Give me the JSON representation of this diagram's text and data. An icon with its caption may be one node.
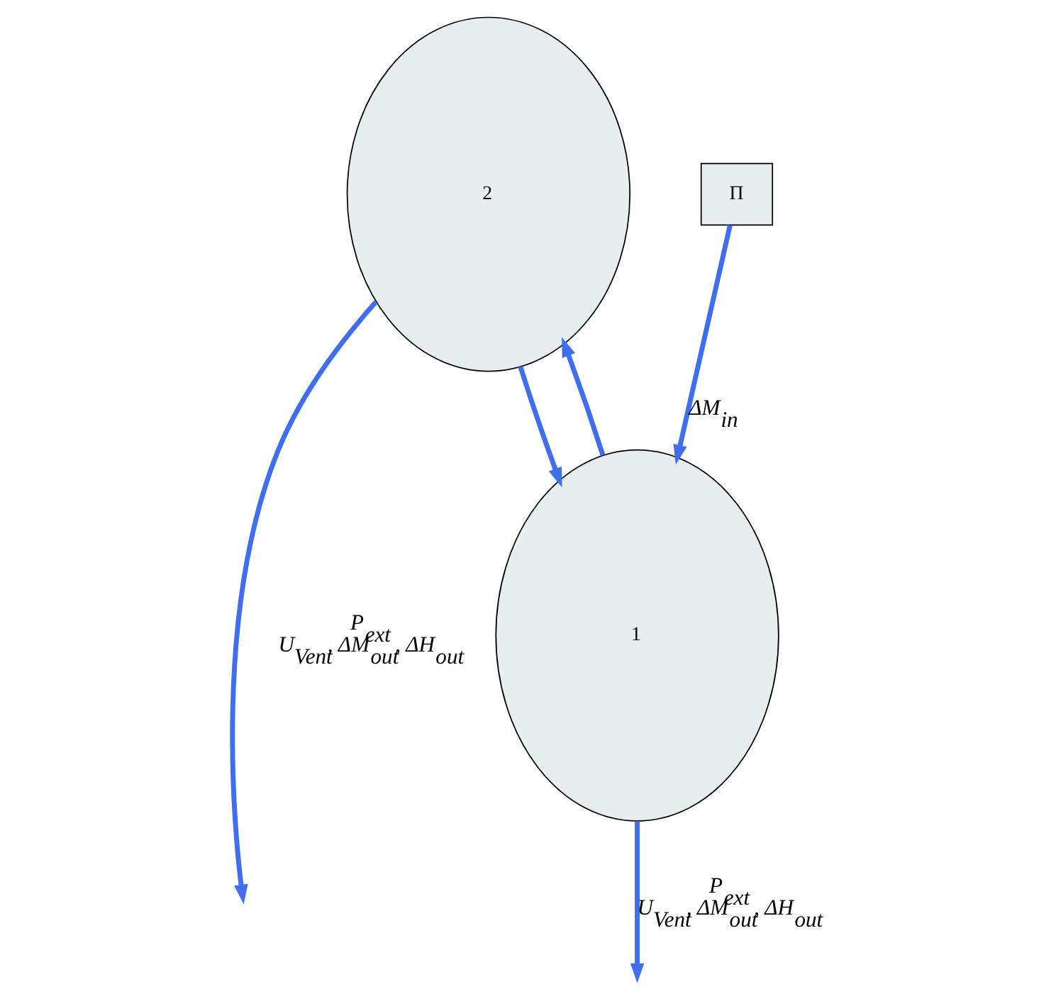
{
  "diagram": {
    "nodes": [
      {
        "text": [
          "2"
        ]
      },
      {
        "text": [
          "1"
        ]
      },
      {
        "text": [
          "Π"
        ]
      }
    ],
    "edges": [
      {
        "from": 1,
        "to": 0,
        "arrow": "to"
      },
      {
        "from": 0,
        "to": 1,
        "arrow": "to"
      },
      {
        "from": 2,
        "to": 1,
        "arrow": "to",
        "label": "ΔM$_{in}$"
      },
      {
        "from": 0,
        "to": null,
        "arrow": "to",
        "label": "P$_{ext}$ U$_{Vent}$, ΔM$_{out}$, ΔH$_{out}$"
      },
      {
        "from": 1,
        "to": null,
        "arrow": "to",
        "label": "P$_{ext}$ U$_{Vent}$, ΔM$_{out}$, ΔH$_{out}$"
      }
    ]
  }
}
